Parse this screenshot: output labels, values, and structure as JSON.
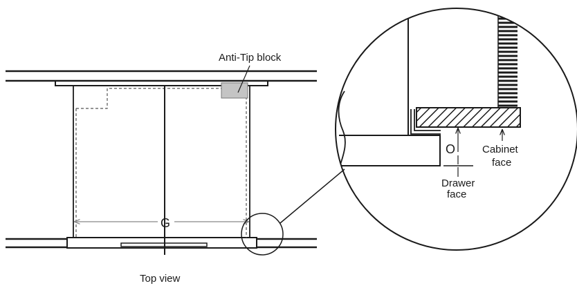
{
  "labels": {
    "anti_tip": "Anti-Tip block",
    "top_view": "Top view",
    "g": "G",
    "o": "O",
    "drawer_face_1": "Drawer",
    "drawer_face_2": "face",
    "cabinet_face_1": "Cabinet",
    "cabinet_face_2": "face"
  },
  "colors": {
    "line": "#1a1a1a",
    "dashed": "#555555",
    "block_fill": "#c4c4c4",
    "dimension": "#888888"
  }
}
